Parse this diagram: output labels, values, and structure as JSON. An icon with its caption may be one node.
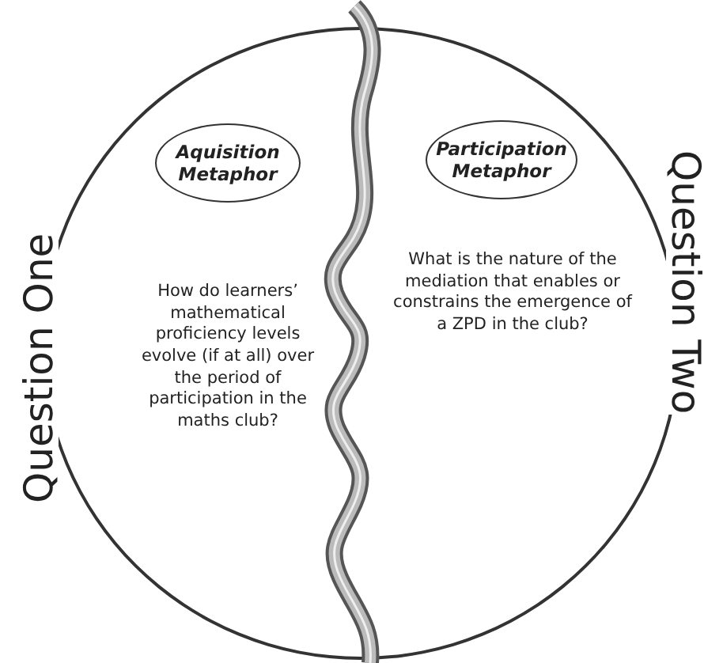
{
  "diagram": {
    "nodes": [
      {
        "text": [],
        "shape": "circle"
      },
      {
        "text": [
          "Aquisition Metaphor"
        ],
        "in": 0
      },
      {
        "text": [
          "Participation Metaphor"
        ],
        "in": 0
      }
    ],
    "labels": [
      "Question One",
      "Question Two",
      "How do learners’ mathematical proficiency levels evolve (if at all) over the period of participation in the maths club?",
      "What is the nature of the mediation that enables or constrains the emergence of a ZPD in the club?"
    ]
  }
}
